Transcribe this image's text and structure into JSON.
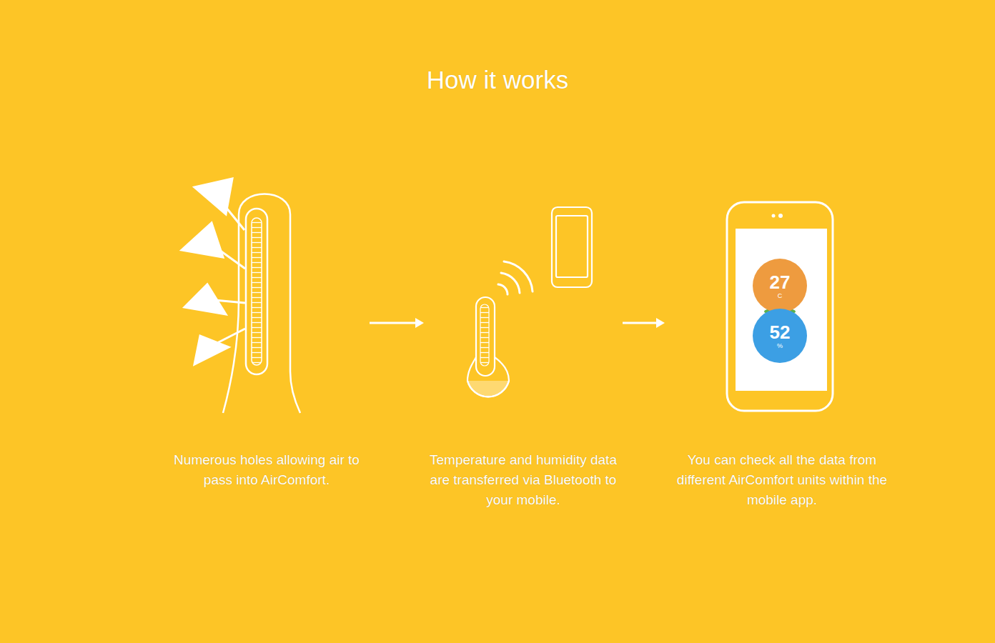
{
  "diagram": {
    "title": "How it works",
    "nodes": [
      {
        "text": [
          "Numerous holes allowing air to pass into AirComfort."
        ]
      },
      {
        "text": [
          "Temperature and humidity data are transferred via Bluetooth to your mobile."
        ]
      },
      {
        "text": [
          "You can check all the data from different AirComfort units within the mobile app."
        ]
      },
      {
        "text": [
          "27",
          "C"
        ],
        "in": 2
      },
      {
        "text": [
          "52",
          "%"
        ],
        "in": 2
      }
    ],
    "edges": [
      {
        "from": 0,
        "to": 1,
        "arrow": "to"
      },
      {
        "from": 1,
        "to": 2,
        "arrow": "to"
      }
    ]
  }
}
